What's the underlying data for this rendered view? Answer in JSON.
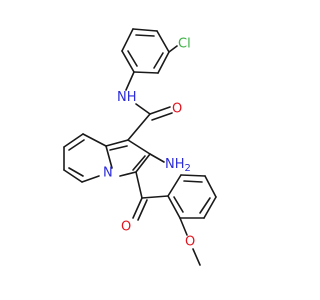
{
  "molecule": {
    "atoms": {
      "cl": {
        "text": "Cl",
        "color": "#3cb043"
      },
      "nh": {
        "text": "N",
        "sub": "H",
        "color": "#2b2bd8"
      },
      "amide_o": {
        "text": "O",
        "color": "#e0141e"
      },
      "amino": {
        "text": "NH",
        "sub": "2",
        "color": "#2b2bd8"
      },
      "ring_n": {
        "text": "N",
        "color": "#2b2bd8"
      },
      "ketone_o": {
        "text": "O",
        "color": "#e0141e"
      },
      "ether_o": {
        "text": "O",
        "color": "#e0141e"
      }
    },
    "bond_color": "#1a1a1a"
  }
}
